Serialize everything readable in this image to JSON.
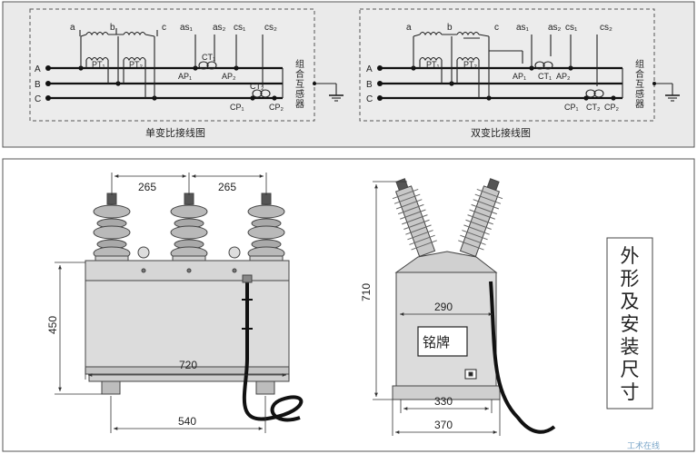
{
  "wiring": {
    "single": {
      "caption": "单变比接线图",
      "terminals": [
        "a",
        "b",
        "c",
        "as₁",
        "as₂",
        "cs₁",
        "cs₂"
      ],
      "phases": [
        "A",
        "B",
        "C"
      ],
      "components": [
        "PT₁",
        "PT₂",
        "CT₁",
        "CT₂",
        "AP₁",
        "AP₂",
        "CP₁",
        "CP₂"
      ],
      "combined_label": "组合互感器"
    },
    "double": {
      "caption": "双变比接线图",
      "terminals": [
        "a",
        "b",
        "c",
        "as₁",
        "as₂",
        "cs₁",
        "cs₂"
      ],
      "phases": [
        "A",
        "B",
        "C"
      ],
      "components": [
        "PT₁",
        "PT₂",
        "CT₁",
        "CT₂",
        "AP₁",
        "AP₂",
        "CP₁",
        "CP₂"
      ],
      "combined_label": "组合互感器"
    }
  },
  "front_view": {
    "dim_spacing_left": "265",
    "dim_spacing_right": "265",
    "dim_height": "450",
    "dim_body_width": "720",
    "dim_base_width": "540"
  },
  "side_view": {
    "dim_height": "710",
    "dim_top_width": "290",
    "dim_base_inner": "330",
    "dim_base_outer": "370",
    "nameplate": "铭牌"
  },
  "title_vertical": "外形及安装尺寸",
  "watermark": "工术在线"
}
